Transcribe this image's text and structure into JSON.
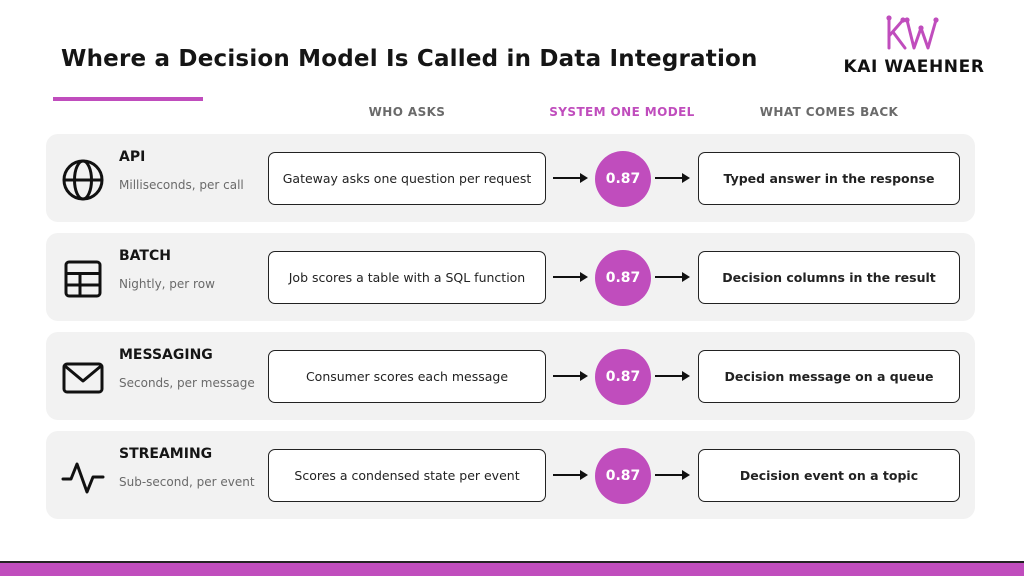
{
  "title": "Where a Decision Model Is Called in Data Integration",
  "logo": {
    "text": "KAI WAEHNER",
    "mark": "KW"
  },
  "columns": {
    "who_asks": "WHO ASKS",
    "model": "SYSTEM ONE MODEL",
    "what_back": "WHAT COMES BACK"
  },
  "colors": {
    "accent": "#c04dbd",
    "panel": "#f2f2f2",
    "text": "#151515",
    "muted": "#6a6a6a"
  },
  "rows": [
    {
      "icon": "globe-icon",
      "title": "API",
      "subtitle": "Milliseconds, per call",
      "asks": "Gateway asks one question per request",
      "score": "0.87",
      "returns": "Typed answer in the response"
    },
    {
      "icon": "table-icon",
      "title": "BATCH",
      "subtitle": "Nightly, per row",
      "asks": "Job scores a table with a SQL function",
      "score": "0.87",
      "returns": "Decision columns in the result"
    },
    {
      "icon": "envelope-icon",
      "title": "MESSAGING",
      "subtitle": "Seconds, per message",
      "asks": "Consumer scores each message",
      "score": "0.87",
      "returns": "Decision message on a queue"
    },
    {
      "icon": "pulse-icon",
      "title": "STREAMING",
      "subtitle": "Sub-second, per event",
      "asks": "Scores a condensed state per event",
      "score": "0.87",
      "returns": "Decision event on a topic"
    }
  ]
}
